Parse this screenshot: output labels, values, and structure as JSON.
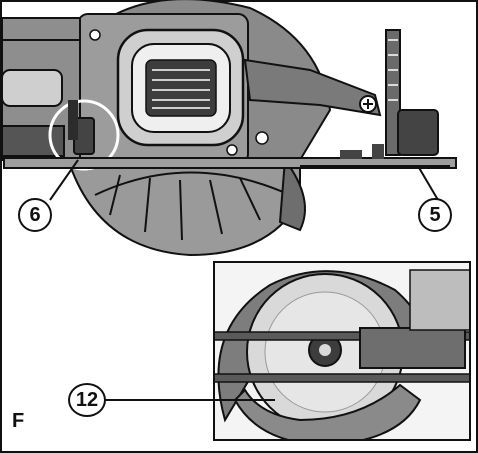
{
  "figure": {
    "letter": "F",
    "callouts": {
      "depth_knob": "6",
      "shoe": "5",
      "blade": "12"
    }
  },
  "colors": {
    "ink": "#111111",
    "body_gray": "#7d7d7d",
    "light_gray": "#c8c8c8",
    "dark_gray": "#3d3d3d",
    "blade_silver": "#d9d9d9"
  },
  "icons": {
    "saw": "circular-saw-illustration",
    "blade": "saw-blade-illustration"
  }
}
